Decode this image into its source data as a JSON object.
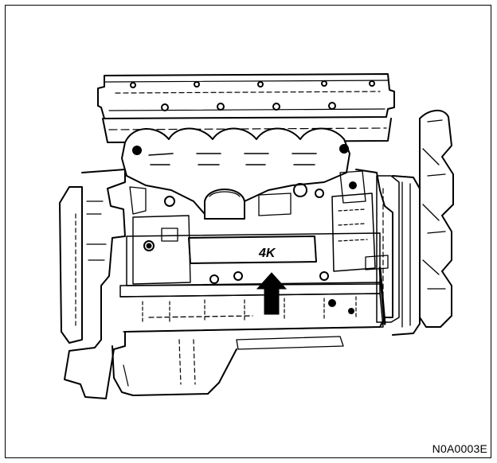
{
  "figure": {
    "id": "N0A0003E",
    "engine_code": "4K"
  },
  "icons": {
    "engine": "engine-side-view-illustration",
    "arrow": "up-arrow-icon"
  }
}
